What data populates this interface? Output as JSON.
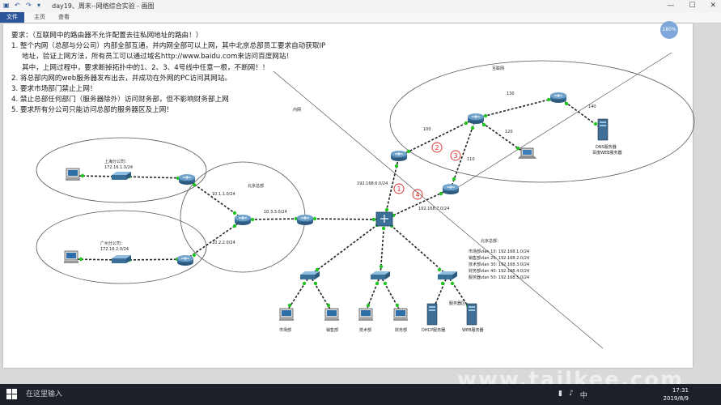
{
  "window": {
    "title": "day19、周末--网络综合实验 - 画图",
    "controls": [
      "—",
      "☐",
      "✕"
    ]
  },
  "ribbon": {
    "tabs": [
      "文件",
      "主页",
      "查看"
    ]
  },
  "requirements": [
    "要求：（互联网中的路由器不允许配置去往私网地址的路由！）",
    "1. 整个内网（总部与分公司）内部全部互通，并内网全部可以上网，其中北京总部员工要求自动获取IP",
    "地址，验证上网方法，所有员工可以通过域名http://www.baidu.com来访问百度网站！",
    "其中，上网过程中，要求断掉拓扑中的1、2、3、4号线中任意一根，不断网！！",
    "2. 将总部内网的web服务器发布出去，并成功在外网的PC访问其网站。",
    "3. 要求市场部门禁止上网！",
    "4. 禁止总部任何部门（服务器除外）访问财务部，但不影响财务部上网",
    "5. 要求所有分公司只能访问总部的服务器区及上网！"
  ],
  "badge": "180%",
  "diagram": {
    "internet_label": "互联网",
    "intranet_label": "内网",
    "beijing_label": "北京总部",
    "shanghai": {
      "name": "上海分公司：",
      "net": "172.16.1.0/24"
    },
    "guangzhou": {
      "name": "广州分公司：",
      "net": "172.16.2.0/24"
    },
    "links": {
      "l1": "10.1.1.0/24",
      "l2": "10.2.2.0/24",
      "l3": "10.3.3.0/24",
      "l4": "192.168.6.0/24",
      "l5": "192.168.7.0/24",
      "n100": "100",
      "n110": "110",
      "n120": "120",
      "n130": "130",
      "n140": "140"
    },
    "line_numbers": [
      "1",
      "2",
      "3",
      "4"
    ],
    "server_internet": [
      "DNS服务器",
      "百度WEB服务器"
    ],
    "vlan_title": "北京总部：",
    "vlans": [
      "市场部vlan 10: 192.168.1.0/24",
      "销售部vlan 20: 192.168.2.0/24",
      "技术部vlan 30: 192.168.3.0/24",
      "财务部vlan 40: 192.168.4.0/24",
      "服务器vlan 50: 192.168.5.0/24"
    ],
    "depts": [
      "市场部",
      "销售部",
      "技术部",
      "财务部"
    ],
    "server_zone": "服务器区",
    "servers": [
      "DHCP服务器",
      "WEB服务器"
    ]
  },
  "taskbar": {
    "search": "在这里输入",
    "time": "17:31",
    "date": "2019/8/9"
  },
  "watermark": "www.tailkee.com",
  "colors": {
    "router": "#3a6f97",
    "link_ok": "#22c322",
    "link_red": "#d42a2a",
    "file_tab": "#2b579a"
  }
}
